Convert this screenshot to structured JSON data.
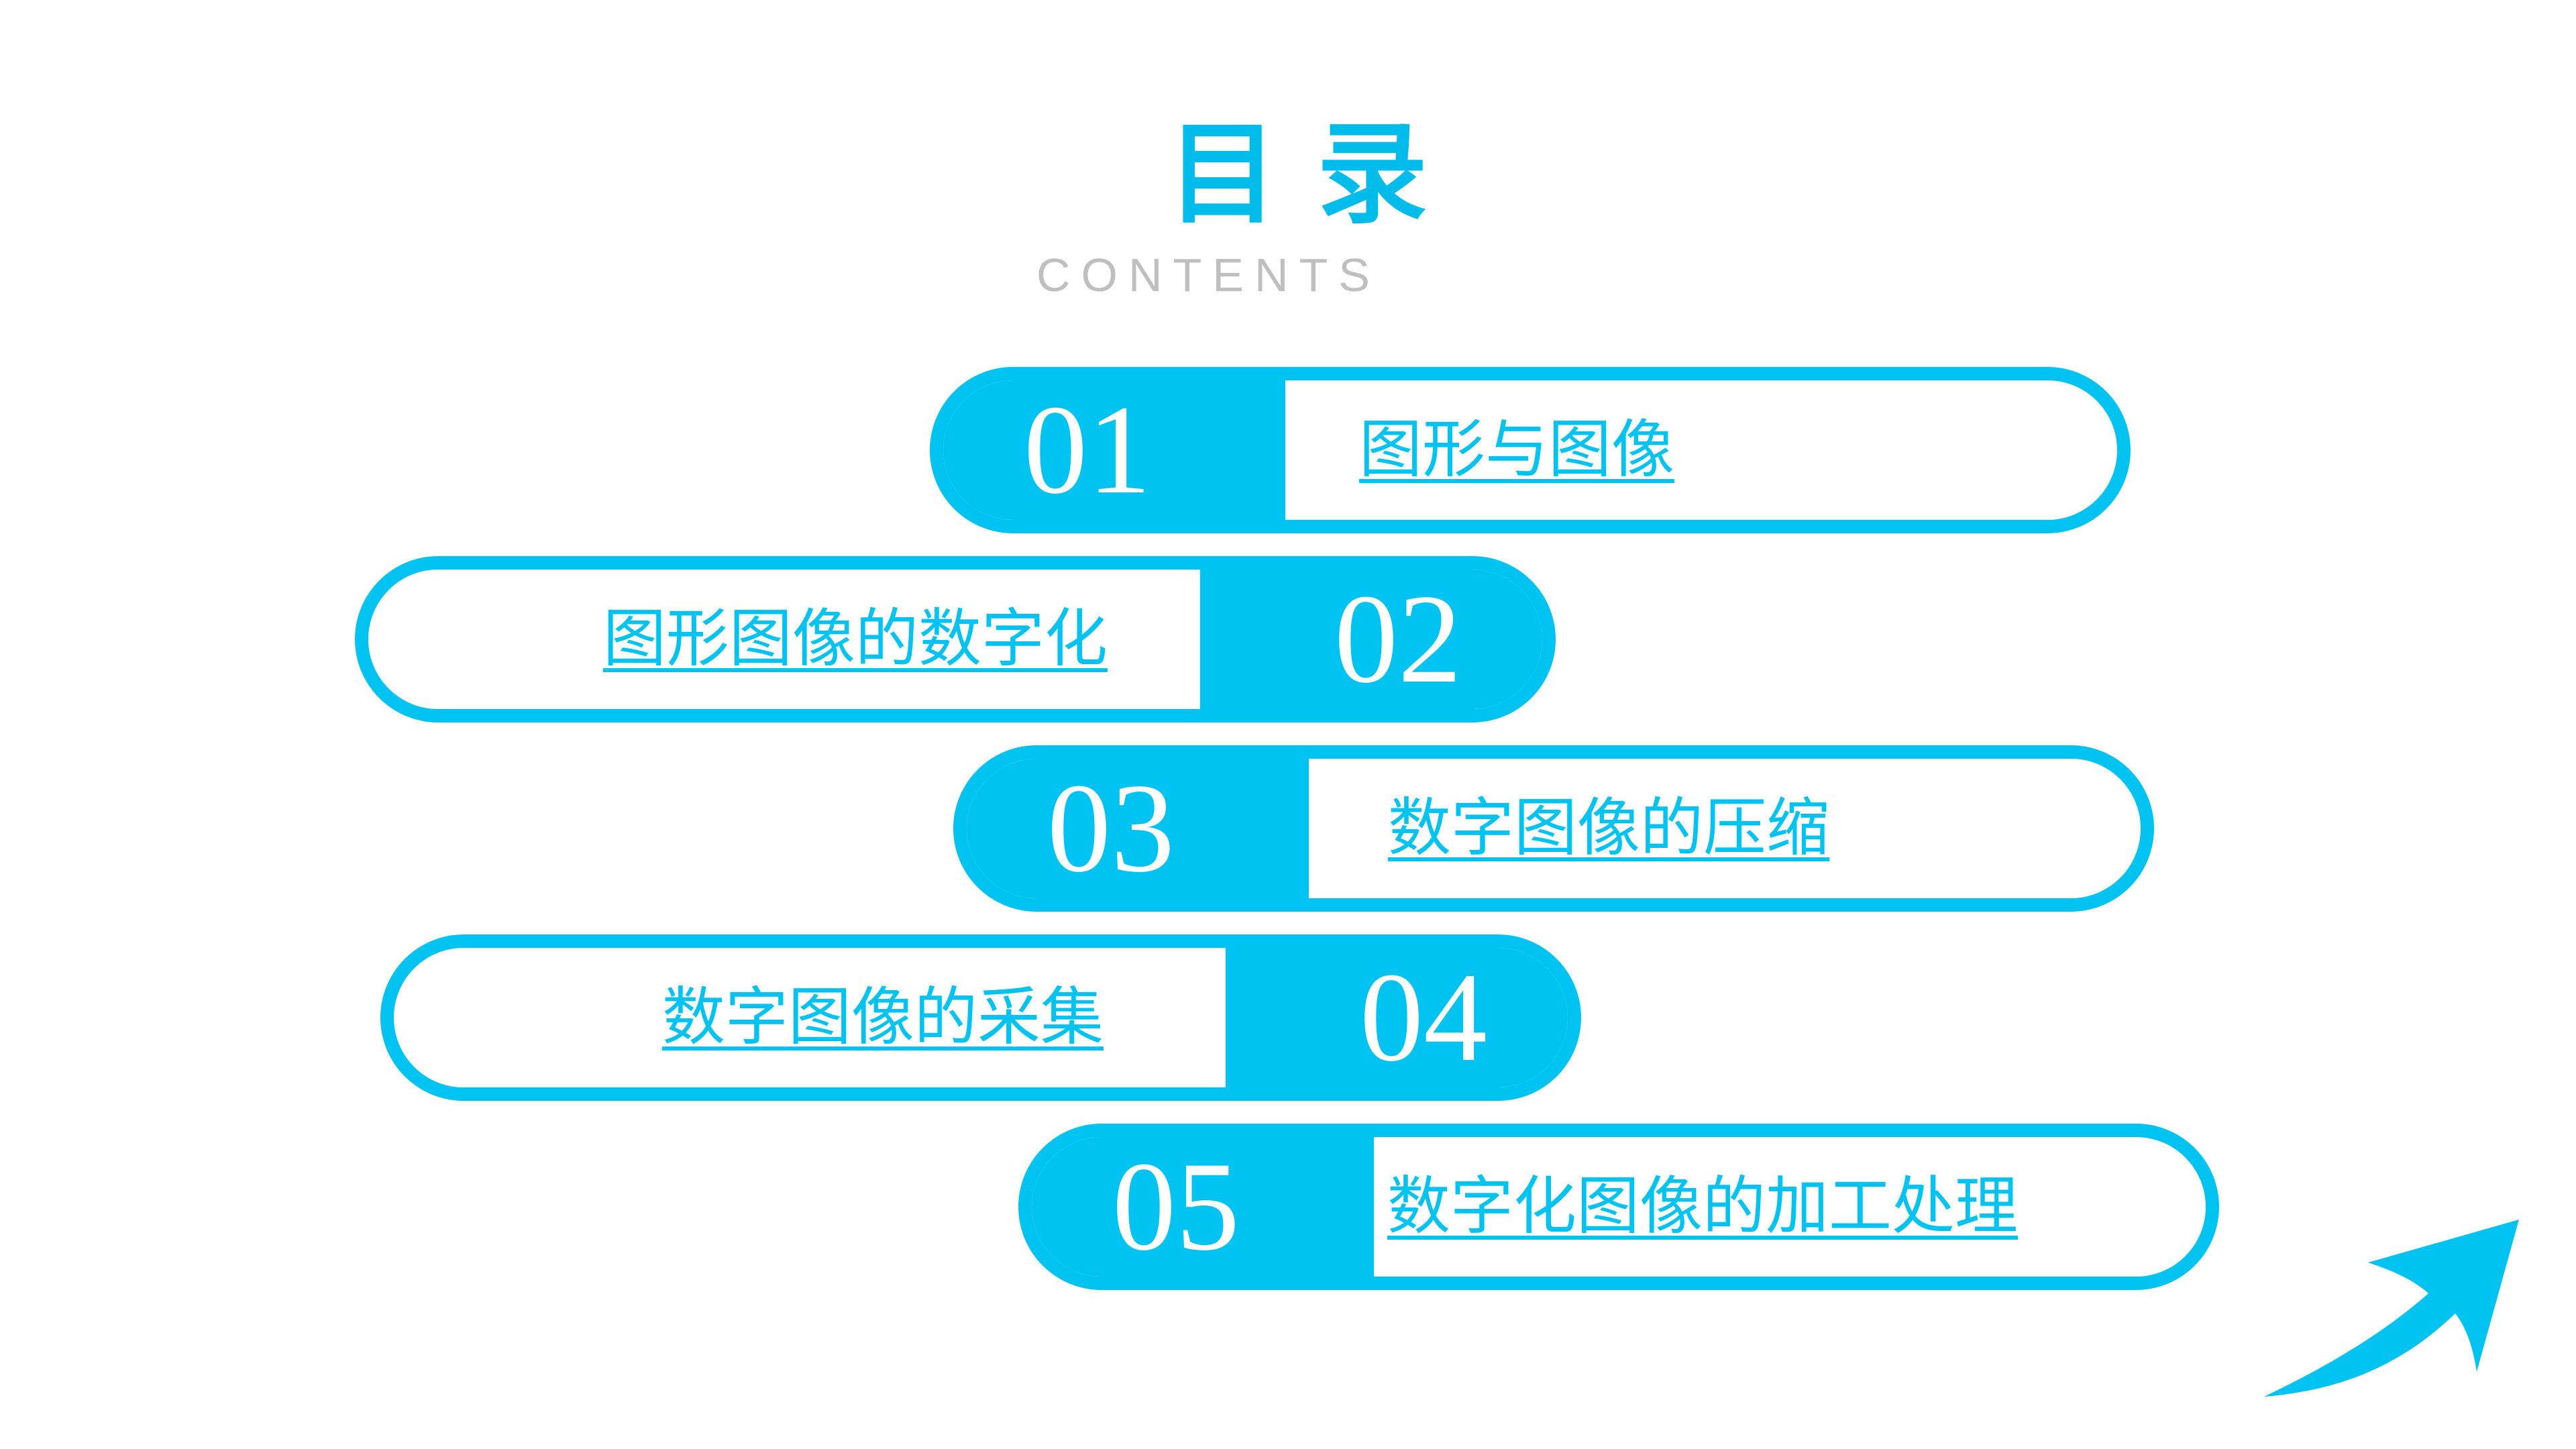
{
  "header": {
    "title": "目录",
    "subtitle": "CONTENTS"
  },
  "items": [
    {
      "number": "01",
      "label": "图形与图像"
    },
    {
      "number": "02",
      "label": "图形图像的数字化"
    },
    {
      "number": "03",
      "label": "数字图像的压缩"
    },
    {
      "number": "04",
      "label": "数字图像的采集"
    },
    {
      "number": "05",
      "label": "数字化图像的加工处理"
    }
  ],
  "colors": {
    "accent": "#00c3f1",
    "title": "#00bcea",
    "subtitle": "#bfbfbf",
    "background": "#ffffff"
  },
  "icons": {
    "decorative_arrow": "arrow-up-right-icon"
  }
}
